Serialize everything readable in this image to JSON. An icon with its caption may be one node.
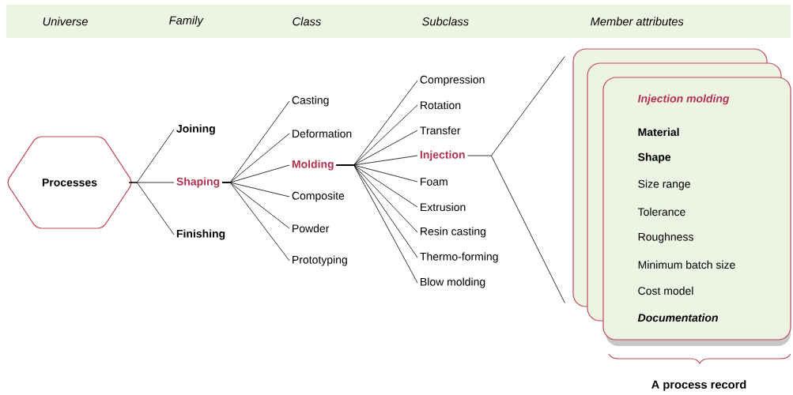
{
  "diagram": {
    "nodes": [
      {
        "text": [
          "Processes"
        ]
      },
      {
        "text": [
          "Joining"
        ]
      },
      {
        "text": [
          "Shaping"
        ]
      },
      {
        "text": [
          "Finishing"
        ]
      },
      {
        "text": [
          "Casting"
        ]
      },
      {
        "text": [
          "Deformation"
        ]
      },
      {
        "text": [
          "Molding"
        ]
      },
      {
        "text": [
          "Composite"
        ]
      },
      {
        "text": [
          "Powder"
        ]
      },
      {
        "text": [
          "Prototyping"
        ]
      },
      {
        "text": [
          "Compression"
        ]
      },
      {
        "text": [
          "Rotation"
        ]
      },
      {
        "text": [
          "Transfer"
        ]
      },
      {
        "text": [
          "Injection"
        ]
      },
      {
        "text": [
          "Foam"
        ]
      },
      {
        "text": [
          "Extrusion"
        ]
      },
      {
        "text": [
          "Resin casting"
        ]
      },
      {
        "text": [
          "Thermo-forming"
        ]
      },
      {
        "text": [
          "Blow molding"
        ]
      },
      {
        "text": [],
        "shape": "box"
      },
      {
        "text": [],
        "shape": "box"
      },
      {
        "text": [
          "Injection molding",
          "Material",
          "Shape",
          "Size range",
          "Tolerance",
          "Roughness",
          "Minimum batch size",
          "Cost model",
          "Documentation"
        ]
      }
    ],
    "edges": [
      {
        "from": 0,
        "to": 1,
        "arrow": "none"
      },
      {
        "from": 0,
        "to": 2,
        "arrow": "none"
      },
      {
        "from": 0,
        "to": 3,
        "arrow": "none"
      },
      {
        "from": 2,
        "to": 4,
        "arrow": "none"
      },
      {
        "from": 2,
        "to": 5,
        "arrow": "none"
      },
      {
        "from": 2,
        "to": 6,
        "arrow": "none"
      },
      {
        "from": 2,
        "to": 7,
        "arrow": "none"
      },
      {
        "from": 2,
        "to": 8,
        "arrow": "none"
      },
      {
        "from": 2,
        "to": 9,
        "arrow": "none"
      },
      {
        "from": 6,
        "to": 10,
        "arrow": "none"
      },
      {
        "from": 6,
        "to": 11,
        "arrow": "none"
      },
      {
        "from": 6,
        "to": 12,
        "arrow": "none"
      },
      {
        "from": 6,
        "to": 13,
        "arrow": "none"
      },
      {
        "from": 6,
        "to": 14,
        "arrow": "none"
      },
      {
        "from": 6,
        "to": 15,
        "arrow": "none"
      },
      {
        "from": 6,
        "to": 16,
        "arrow": "none"
      },
      {
        "from": 6,
        "to": 17,
        "arrow": "none"
      },
      {
        "from": 6,
        "to": 18,
        "arrow": "none"
      },
      {
        "from": 13,
        "to": 19,
        "arrow": "none"
      }
    ],
    "labels": [
      "Universe",
      "Family",
      "Class",
      "Subclass",
      "Member attributes",
      "A process record"
    ]
  }
}
